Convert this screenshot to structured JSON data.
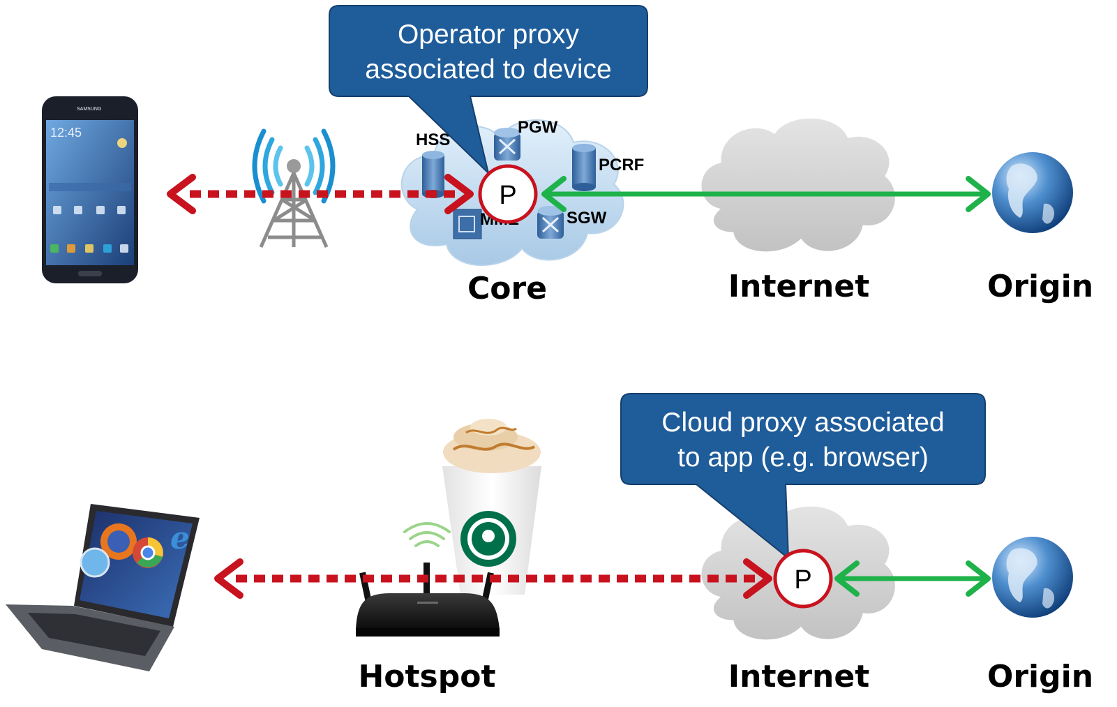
{
  "top": {
    "bubble_lines": [
      "Operator proxy",
      "associated to device"
    ],
    "proxy_label": "P",
    "core_label": "Core",
    "internet_label": "Internet",
    "origin_label": "Origin",
    "core_nodes": {
      "hss": "HSS",
      "pgw": "PGW",
      "pcrf": "PCRF",
      "mme": "MME",
      "sgw": "SGW"
    },
    "phone": {
      "brand": "SAMSUNG",
      "clock": "12:45"
    }
  },
  "bottom": {
    "bubble_lines": [
      "Cloud proxy associated",
      "to app (e.g. browser)"
    ],
    "proxy_label": "P",
    "hotspot_label": "Hotspot",
    "internet_label": "Internet",
    "origin_label": "Origin"
  },
  "colors": {
    "bubble_fill": "#1f5c9a",
    "dotted_link": "#c8121e",
    "solid_link": "#1fb24a",
    "proxy_ring": "#c8121e"
  }
}
